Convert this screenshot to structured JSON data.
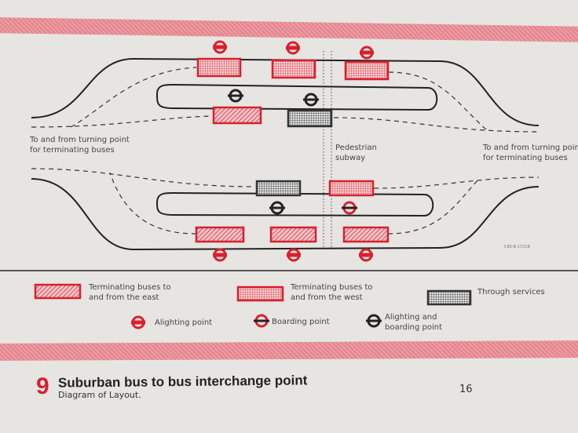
{
  "diagram": {
    "labels": {
      "left_turning": "To and from turning point for terminating buses",
      "right_turning": "To and from turning point for terminating buses",
      "subway": "Pedestrian subway",
      "ref_code": "C86-B-1721B"
    }
  },
  "legend": {
    "east": "Terminating buses to and from the east",
    "west": "Terminating buses to and from the west",
    "through": "Through services",
    "alighting": "Alighting point",
    "boarding": "Boarding point",
    "both": "Alighting and boarding point"
  },
  "caption": {
    "number": "9",
    "title": "Suburban bus to bus interchange point",
    "subtitle": "Diagram of Layout.",
    "page": "16"
  },
  "colors": {
    "red": "#d8202e",
    "dark": "#333333",
    "stripe": "#e68a91"
  }
}
